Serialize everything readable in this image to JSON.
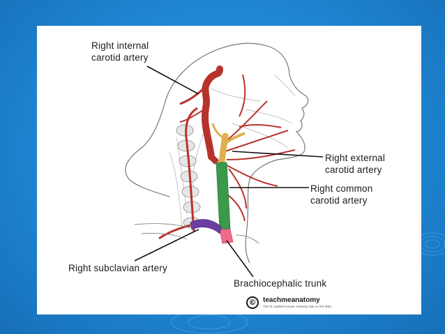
{
  "labels": {
    "internal_carotid": [
      "Right internal",
      "carotid artery"
    ],
    "external_carotid": [
      "Right external",
      "carotid artery"
    ],
    "common_carotid": [
      "Right common",
      "carotid artery"
    ],
    "subclavian": "Right subclavian artery",
    "brachiocephalic": "Brachiocephalic trunk"
  },
  "logo": {
    "symbol": "©",
    "name": "teachmeanatomy",
    "tagline": "The #1 Applied Human Anatomy Site on the Web."
  },
  "colors": {
    "background": "#1f86d3",
    "artery": "#b8322c",
    "common_carotid": "#3a9a4a",
    "external_carotid": "#e0b050",
    "subclavian": "#6a3fa0",
    "brachiocephalic": "#f06a8a"
  }
}
